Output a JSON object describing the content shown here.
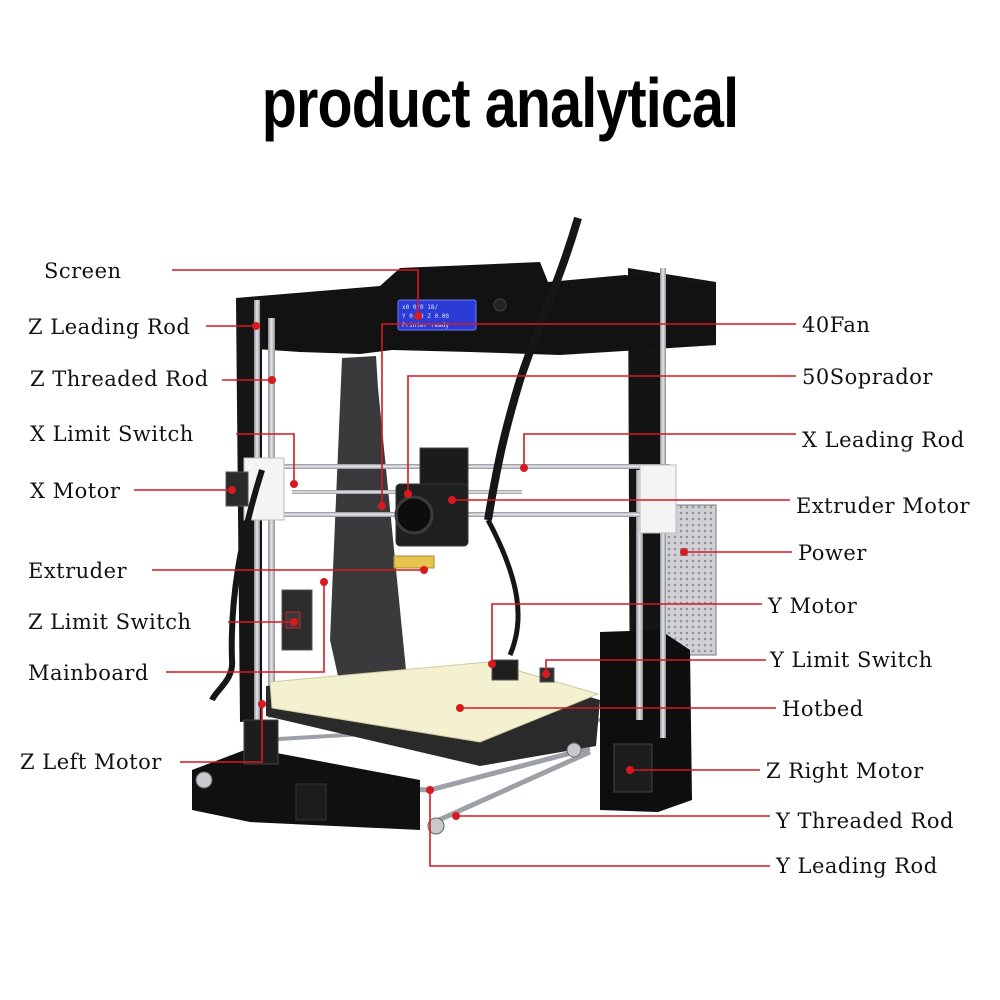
{
  "title": "product analytical",
  "screen_text": {
    "line1": "x0 0/0 18/",
    "line2": "Y 0.00 Z 0.00",
    "line3": "Printer ready"
  },
  "labels": {
    "left": [
      "Screen",
      "Z Leading Rod",
      "Z Threaded Rod",
      "X Limit Switch",
      "X Motor",
      "Extruder",
      "Z Limit Switch",
      "Mainboard",
      "Z Left Motor"
    ],
    "right": [
      "40Fan",
      "50Soprador",
      "X Leading Rod",
      "Extruder Motor",
      "Power",
      "Y Motor",
      "Y Limit Switch",
      "Hotbed",
      "Z Right Motor",
      "Y Threaded Rod",
      "Y Leading Rod"
    ]
  },
  "colors": {
    "leader": "#d71920",
    "frame": "#111111",
    "hotbed": "#f3f1cf",
    "screen": "#2b3bd6",
    "rod": "#b9bcc2"
  }
}
